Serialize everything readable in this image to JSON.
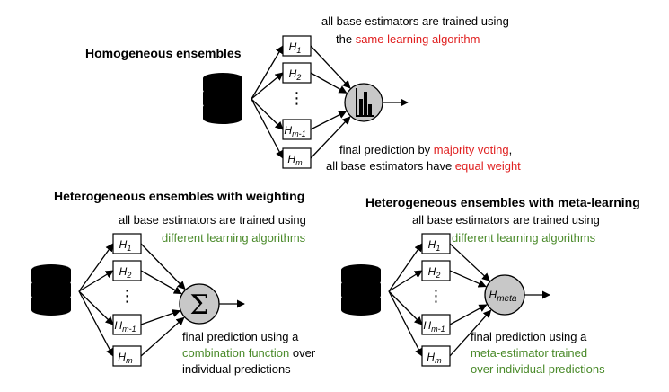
{
  "colors": {
    "red": "#e02020",
    "green": "#4a8a2a",
    "combiner": "#c8c8c8",
    "database": "#000000"
  },
  "icons": {
    "database": "database-icon",
    "bar_chart": "bar-chart-icon"
  },
  "homogeneous": {
    "title": "Homogeneous ensembles",
    "top_line1": "all base estimators are trained using",
    "top_line2_pre": "the ",
    "top_line2_hl": "same learning algorithm",
    "bottom_line1_pre": "final prediction by ",
    "bottom_line1_hl": "majority voting",
    "bottom_line1_post": ",",
    "bottom_line2_pre": "all base estimators have ",
    "bottom_line2_hl": "equal weight"
  },
  "weighting": {
    "title": "Heterogeneous ensembles with weighting",
    "top_line1": "all base estimators are trained using",
    "top_line2_hl": "different learning algorithms",
    "combiner_symbol": "Σ",
    "bottom_line1": "final prediction using a",
    "bottom_line2_hl": "combination function",
    "bottom_line2_post": " over",
    "bottom_line3": "individual predictions"
  },
  "meta": {
    "title": "Heterogeneous ensembles with meta-learning",
    "top_line1": "all base estimators are trained using",
    "top_line2_hl": "different learning algorithms",
    "combiner_base": "H",
    "combiner_sub": "meta",
    "bottom_line1": "final prediction using a",
    "bottom_line2_hl": "meta-estimator trained",
    "bottom_line3_hl": "over individual predictions"
  },
  "estimators": [
    {
      "base": "H",
      "sub": "1"
    },
    {
      "base": "H",
      "sub": "2"
    },
    {
      "base": "⋮",
      "sub": ""
    },
    {
      "base": "H",
      "sub": "m-1"
    },
    {
      "base": "H",
      "sub": "m"
    }
  ]
}
